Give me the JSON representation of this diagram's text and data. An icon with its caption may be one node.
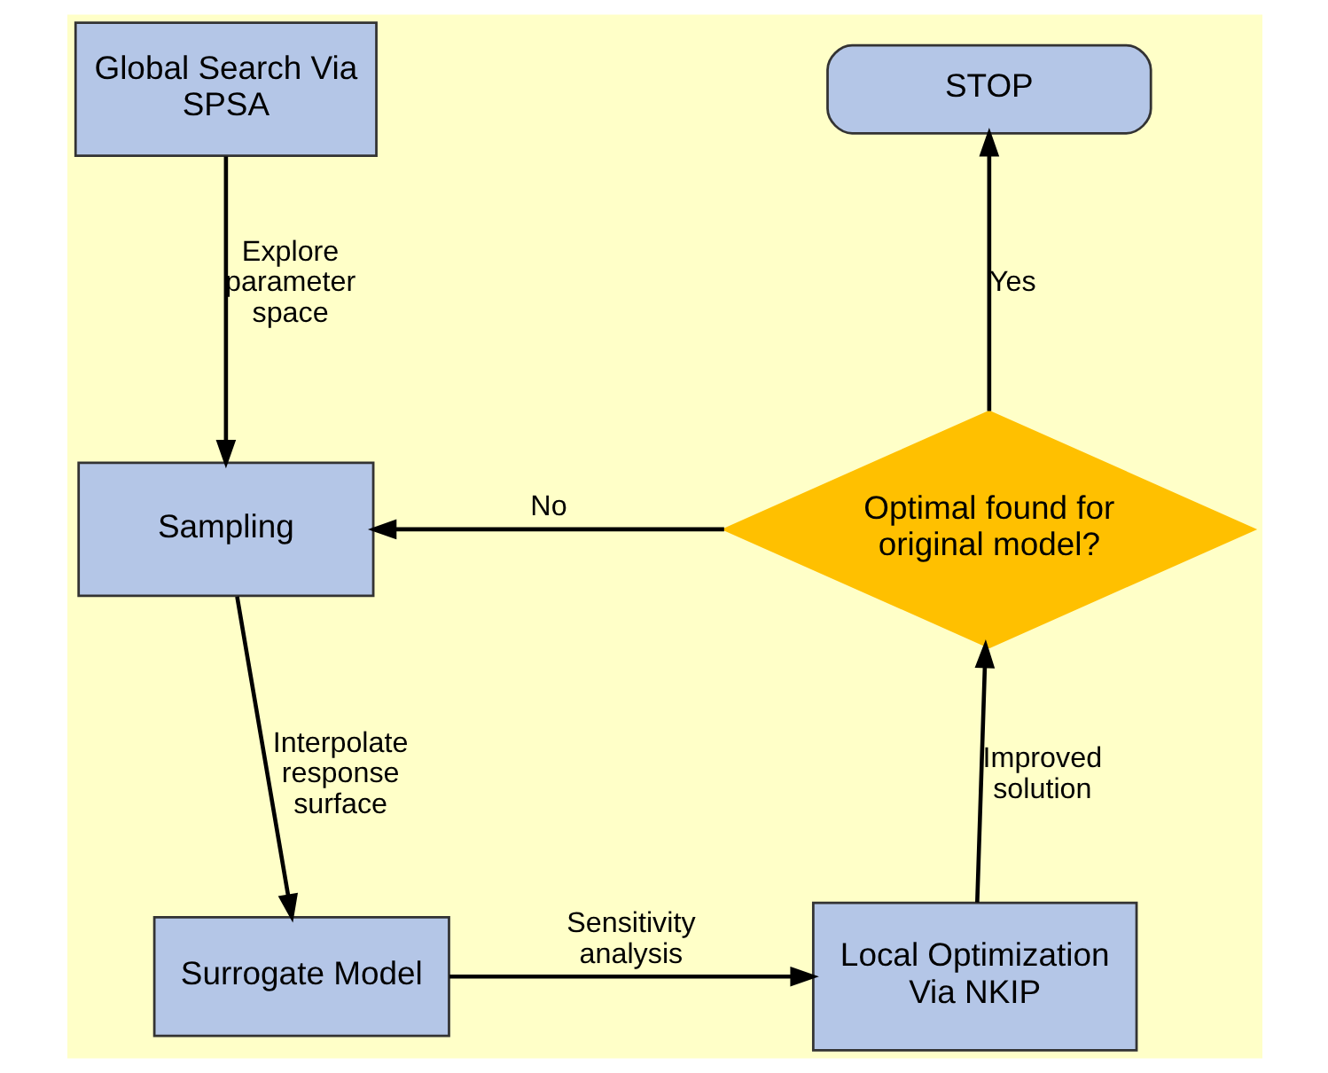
{
  "diagram": {
    "nodes": [
      {
        "text": [
          "Global Search Via SPSA"
        ]
      },
      {
        "text": [
          "Sampling"
        ]
      },
      {
        "text": [
          "Surrogate Model"
        ]
      },
      {
        "text": [
          "Local Optimization Via NKIP"
        ]
      },
      {
        "text": [
          "Optimal found for original model?"
        ]
      },
      {
        "text": [
          "STOP"
        ]
      }
    ],
    "edges": [
      {
        "from": 0,
        "to": 1,
        "arrow": "to",
        "label": "Explore parameter space"
      },
      {
        "from": 1,
        "to": 2,
        "arrow": "to",
        "label": "Interpolate response surface"
      },
      {
        "from": 2,
        "to": 3,
        "arrow": "to",
        "label": "Sensitivity analysis"
      },
      {
        "from": 3,
        "to": 4,
        "arrow": "to",
        "label": "Improved solution"
      },
      {
        "from": 4,
        "to": 5,
        "arrow": "to",
        "label": "Yes"
      },
      {
        "from": 4,
        "to": 1,
        "arrow": "to",
        "label": "No"
      }
    ]
  }
}
